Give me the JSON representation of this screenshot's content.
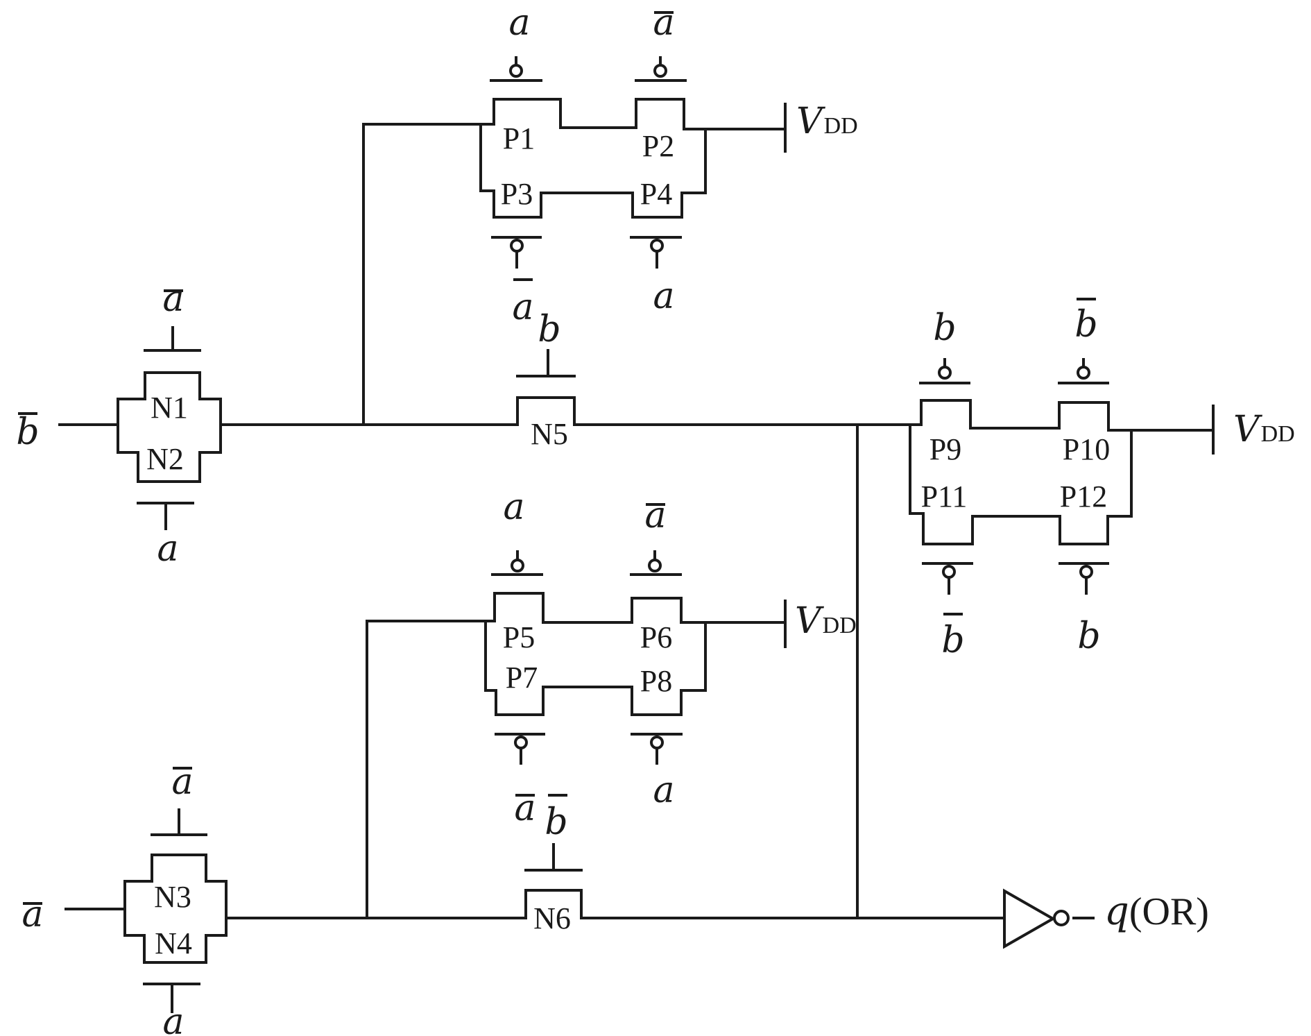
{
  "transistors": {
    "N1": "N1",
    "N2": "N2",
    "N3": "N3",
    "N4": "N4",
    "N5": "N5",
    "N6": "N6",
    "P1": "P1",
    "P2": "P2",
    "P3": "P3",
    "P4": "P4",
    "P5": "P5",
    "P6": "P6",
    "P7": "P7",
    "P8": "P8",
    "P9": "P9",
    "P10": "P10",
    "P11": "P11",
    "P12": "P12"
  },
  "signals": {
    "a": "a",
    "b": "b"
  },
  "supply": {
    "v": "V",
    "sub": "DD"
  },
  "output": {
    "q": "q",
    "label": "(OR)"
  }
}
